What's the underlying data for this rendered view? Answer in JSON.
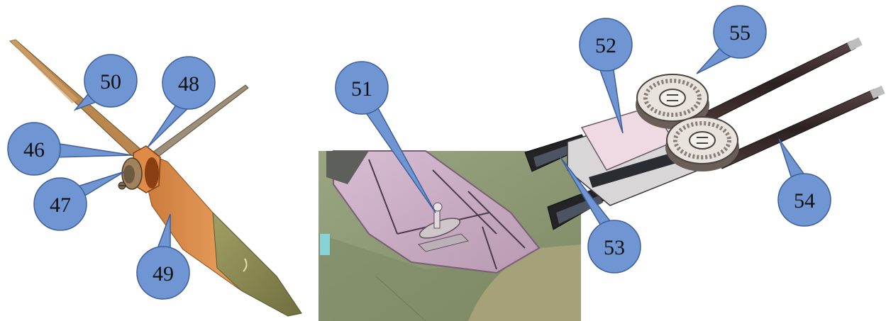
{
  "colors": {
    "callout_fill": "#6f95d3",
    "callout_stroke": "#3e5f9a",
    "propeller_wood": "#d88a4a",
    "propeller_tip": "#8e8e55",
    "fuselage_green": "#8d9a72",
    "cockpit_interior": "#c6a8c2",
    "gun_barrel": "#3a2a2a",
    "drum_magazine": "#e8e4dd"
  },
  "panels": [
    {
      "id": "propeller",
      "icon": "propeller-illustration"
    },
    {
      "id": "cockpit",
      "icon": "cockpit-illustration"
    },
    {
      "id": "gun-mount",
      "icon": "twin-gun-mount-illustration"
    }
  ],
  "callouts": [
    {
      "label": "46"
    },
    {
      "label": "47"
    },
    {
      "label": "48"
    },
    {
      "label": "49"
    },
    {
      "label": "50"
    },
    {
      "label": "51"
    },
    {
      "label": "52"
    },
    {
      "label": "53"
    },
    {
      "label": "54"
    },
    {
      "label": "55"
    }
  ]
}
